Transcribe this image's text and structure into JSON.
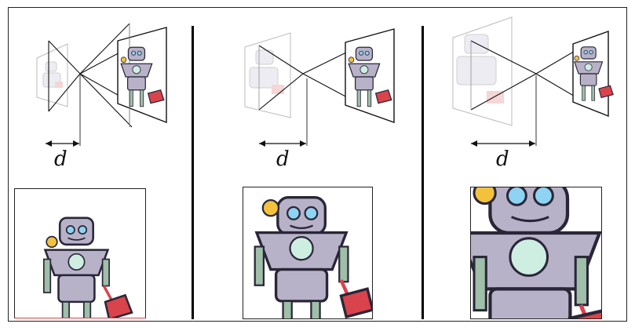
{
  "figure": {
    "panels": [
      {
        "distance_label": "d"
      },
      {
        "distance_label": "d"
      },
      {
        "distance_label": "d"
      }
    ]
  },
  "colors": {
    "line": "#111111",
    "robot_body": "#b7b2c8",
    "robot_dark": "#8f8aa3",
    "robot_outline": "#2a2638",
    "robot_eye": "#8fd3f2",
    "robot_chest": "#cfeee2",
    "dustpan": "#d9434b",
    "antenna": "#f2c23d"
  }
}
